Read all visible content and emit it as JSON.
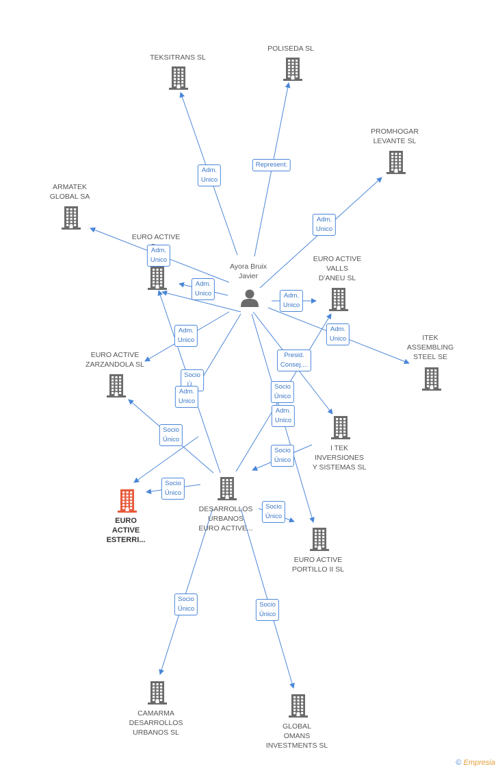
{
  "nodes": {
    "person": {
      "label": "Ayora Bruix\nJavier",
      "icon": "person-icon"
    },
    "teksitrans": {
      "label": "TEKSITRANS SL",
      "icon": "building-icon"
    },
    "poliseda": {
      "label": "POLISEDA SL",
      "icon": "building-icon"
    },
    "promhogar": {
      "label": "PROMHOGAR\nLEVANTE SL",
      "icon": "building-icon"
    },
    "armatek": {
      "label": "ARMATEK\nGLOBAL SA",
      "icon": "building-icon"
    },
    "euro_ca": {
      "label": "EURO ACTIVE\nS...\nCA...",
      "icon": "building-icon"
    },
    "valls": {
      "label": "EURO ACTIVE\nVALLS\nD'ANEU SL",
      "icon": "building-icon"
    },
    "itek_steel": {
      "label": "ITEK\nASSEMBLING\nSTEEL SE",
      "icon": "building-icon"
    },
    "zarzandola": {
      "label": "EURO ACTIVE\nZARZANDOLA SL",
      "icon": "building-icon"
    },
    "itek_inv": {
      "label": "I TEK\nINVERSIONES\nY SISTEMAS  SL",
      "icon": "building-icon"
    },
    "esterri": {
      "label": "EURO\nACTIVE\nESTERRI...",
      "icon": "building-icon",
      "highlight": "#e8593a"
    },
    "desarrollos": {
      "label": "DESARROLLOS\nURBANOS\nEURO ACTIVE...",
      "icon": "building-icon"
    },
    "portillo": {
      "label": "EURO ACTIVE\nPORTILLO II SL",
      "icon": "building-icon"
    },
    "camarma": {
      "label": "CAMARMA\nDESARROLLOS\nURBANOS SL",
      "icon": "building-icon"
    },
    "omans": {
      "label": "GLOBAL\nOMANS\nINVESTMENTS SL",
      "icon": "building-icon"
    }
  },
  "edge_labels": {
    "teksitrans": "Adm.\nUnico",
    "poliseda": "Represent.",
    "promhogar": "Adm.\nUnico",
    "armatek": "Adm.\nUnico",
    "euro_ca": "Adm.\nUnico",
    "valls": "Adm.\nUnico",
    "itek_steel": "Adm.\nUnico",
    "zarzandola": "Adm.\nUnico",
    "itek_inv": "Presid.\nConsej....",
    "esterri_p": "Socio\nÚ...",
    "portillo_p": "Socio\nÚnico",
    "desarrollos_p": "Adm.\nUnico",
    "desarrollos_p2": "Adm.\nUnico",
    "d_zarz": "Socio\nÚnico",
    "d_esterri": "Socio\nÚnico",
    "d_portillo": "Socio\nÚnico",
    "d_camarma": "Socio\nÚnico",
    "d_omans": "Socio\nÚnico",
    "itek_d": "Socio\nÚnico"
  },
  "colors": {
    "edge": "#4a86d8",
    "icon": "#6b6b6b",
    "highlight": "#e8593a"
  },
  "footer": {
    "copyright": "©",
    "brand": "Empresia"
  }
}
